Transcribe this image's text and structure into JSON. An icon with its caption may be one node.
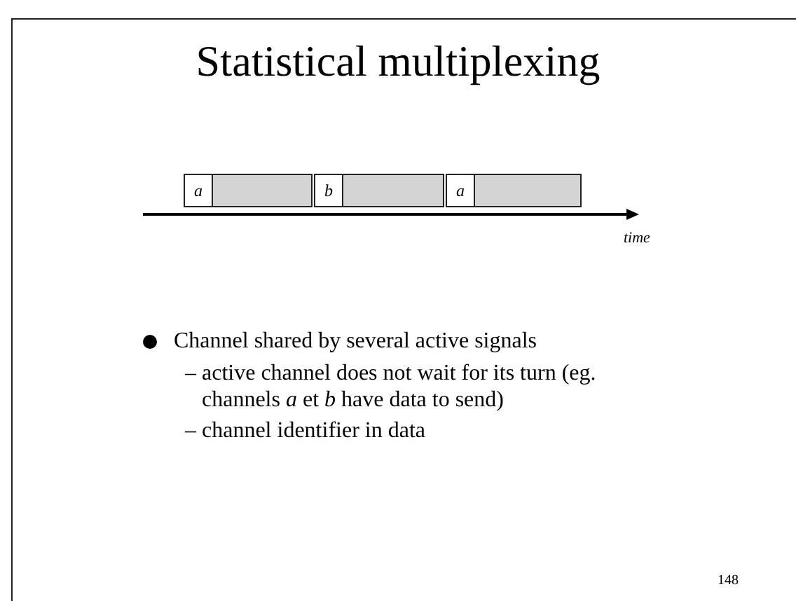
{
  "diagram": {
    "title": "Statistical multiplexing",
    "nodes": [
      {
        "text": [
          "a"
        ]
      },
      {
        "text": [],
        "shape": "box"
      },
      {
        "text": [
          "b"
        ]
      },
      {
        "text": [],
        "shape": "box"
      },
      {
        "text": [
          "a"
        ]
      },
      {
        "text": [],
        "shape": "box"
      }
    ],
    "edges": [],
    "labels": [
      "time",
      "Channel shared by several active signals",
      "– active channel does not wait for its turn (eg. channels *a* et *b* have data to send)",
      "– channel identifier in data",
      "148"
    ]
  }
}
